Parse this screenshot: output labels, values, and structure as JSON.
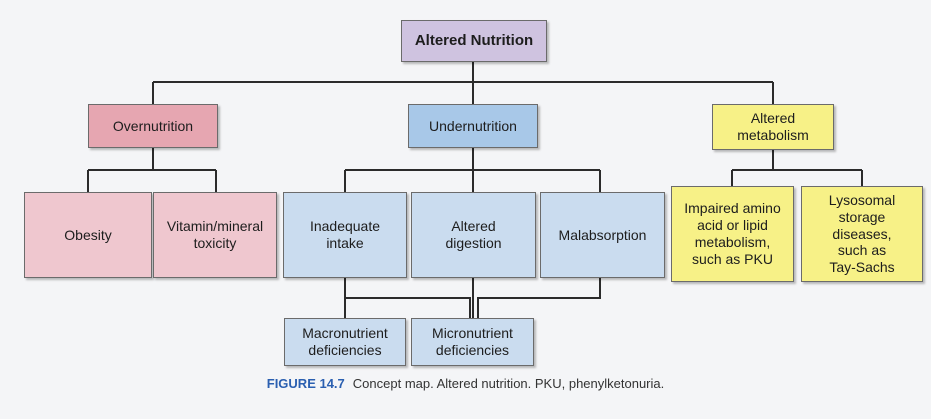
{
  "root": "Altered Nutrition",
  "level1": {
    "overnutrition": "Overnutrition",
    "undernutrition": "Undernutrition",
    "altered_metabolism": "Altered\nmetabolism"
  },
  "level2": {
    "obesity": "Obesity",
    "vitamin_toxicity": "Vitamin/mineral\ntoxicity",
    "inadequate_intake": "Inadequate\nintake",
    "altered_digestion": "Altered\ndigestion",
    "malabsorption": "Malabsorption",
    "impaired_amino": "Impaired amino\nacid or lipid\nmetabolism,\nsuch as PKU",
    "lysosomal": "Lysosomal\nstorage\ndiseases,\nsuch as\nTay-Sachs"
  },
  "level3": {
    "macronutrient": "Macronutrient\ndeficiencies",
    "micronutrient": "Micronutrient\ndeficiencies"
  },
  "caption": {
    "label": "FIGURE 14.7",
    "text": "Concept map. Altered nutrition. PKU, phenylketonuria."
  },
  "colors": {
    "root": "#cfc3e0",
    "overnutrition_branch": "#e6a6b1",
    "undernutrition_branch": "#a8c8e8",
    "metabolism_branch": "#f7f187"
  }
}
